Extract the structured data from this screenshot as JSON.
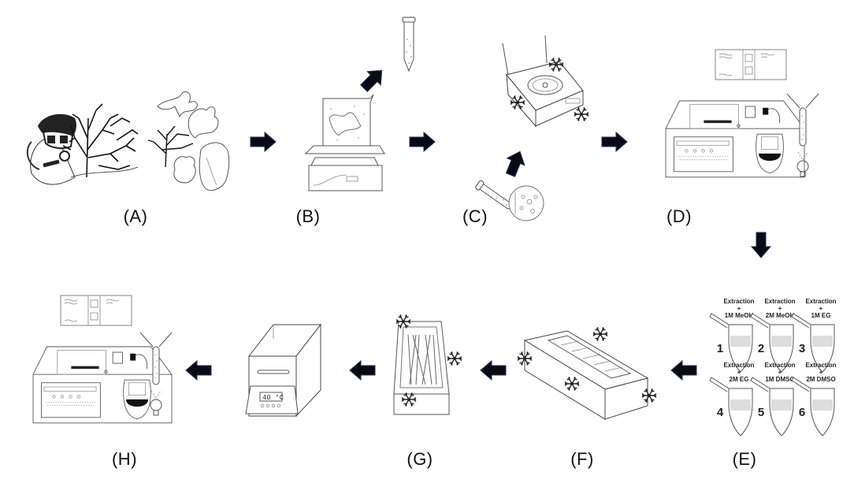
{
  "figure": {
    "description": "Workflow of seaweed extraction, cryopreservation and analysis",
    "arrow_color": "#0a0a14",
    "steps": [
      {
        "id": "A",
        "label": "(A)",
        "content": "Diver collecting seaweed / algae specimens"
      },
      {
        "id": "B",
        "label": "(B)",
        "content": "Beaker with sample on stirring hot plate, output to centrifuge tube"
      },
      {
        "id": "C",
        "label": "(C)",
        "content": "Refrigerated centrifuge, tube with magnified particles"
      },
      {
        "id": "D",
        "label": "(D)",
        "content": "Analyzer instrument with sample tube and light source"
      },
      {
        "id": "E",
        "label": "(E)",
        "content": "Six tubes with extraction + cryoprotectant"
      },
      {
        "id": "F",
        "label": "(F)",
        "content": "Cooled straw freezing rack"
      },
      {
        "id": "G",
        "label": "(G)",
        "content": "Frozen straws in container"
      },
      {
        "id": "H",
        "label": "(H)",
        "content": "Analyzer instrument with sample tube and light source"
      }
    ],
    "tubes": [
      {
        "num": "1",
        "line1": "Extraction",
        "line2": "+",
        "line3": "1M MeOH"
      },
      {
        "num": "2",
        "line1": "Extraction",
        "line2": "+",
        "line3": "2M MeOH"
      },
      {
        "num": "3",
        "line1": "Extraction",
        "line2": "+",
        "line3": "1M EG"
      },
      {
        "num": "4",
        "line1": "Extraction",
        "line2": "+",
        "line3": "2M EG"
      },
      {
        "num": "5",
        "line1": "Extraction",
        "line2": "+",
        "line3": "1M DMSO"
      },
      {
        "num": "6",
        "line1": "Extraction",
        "line2": "+",
        "line3": "2M DMSO"
      }
    ],
    "water_bath_display": "40 °C"
  }
}
